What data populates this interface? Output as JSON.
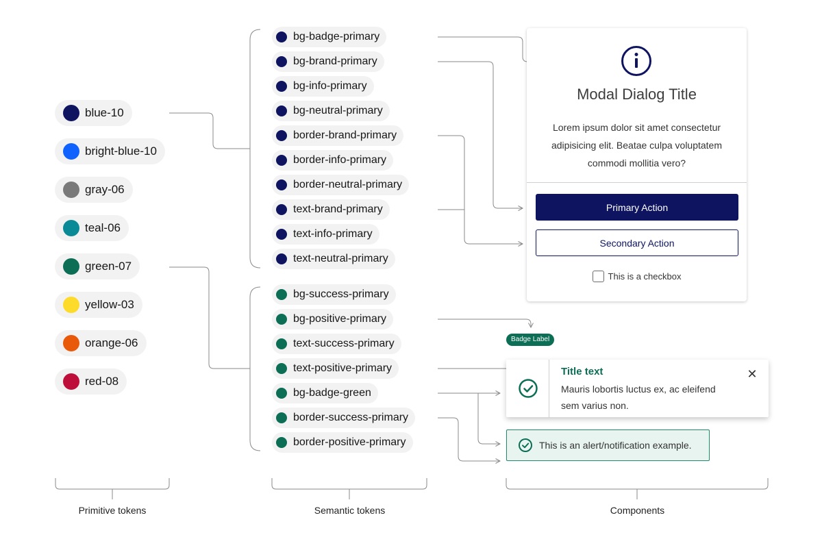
{
  "primitive_tokens": [
    {
      "label": "blue-10",
      "color": "#0e1460"
    },
    {
      "label": "bright-blue-10",
      "color": "#0f62fe"
    },
    {
      "label": "gray-06",
      "color": "#7a7a7a"
    },
    {
      "label": "teal-06",
      "color": "#0a8a96"
    },
    {
      "label": "green-07",
      "color": "#0b6e55"
    },
    {
      "label": "yellow-03",
      "color": "#fddb2b"
    },
    {
      "label": "orange-06",
      "color": "#e85a0a"
    },
    {
      "label": "red-08",
      "color": "#bd0f3a"
    }
  ],
  "semantic_tokens": [
    {
      "label": "bg-badge-primary",
      "color": "#0e1460"
    },
    {
      "label": "bg-brand-primary",
      "color": "#0e1460"
    },
    {
      "label": "bg-info-primary",
      "color": "#0e1460"
    },
    {
      "label": "bg-neutral-primary",
      "color": "#0e1460"
    },
    {
      "label": "border-brand-primary",
      "color": "#0e1460"
    },
    {
      "label": "border-info-primary",
      "color": "#0e1460"
    },
    {
      "label": "border-neutral-primary",
      "color": "#0e1460"
    },
    {
      "label": "text-brand-primary",
      "color": "#0e1460"
    },
    {
      "label": "text-info-primary",
      "color": "#0e1460"
    },
    {
      "label": "text-neutral-primary",
      "color": "#0e1460"
    },
    {
      "label": "bg-success-primary",
      "color": "#0b6e55"
    },
    {
      "label": "bg-positive-primary",
      "color": "#0b6e55"
    },
    {
      "label": "text-success-primary",
      "color": "#0b6e55"
    },
    {
      "label": "text-positive-primary",
      "color": "#0b6e55"
    },
    {
      "label": "bg-badge-green",
      "color": "#0b6e55"
    },
    {
      "label": "border-success-primary",
      "color": "#0b6e55"
    },
    {
      "label": "border-positive-primary",
      "color": "#0b6e55"
    }
  ],
  "groups": {
    "primitive": "Primitive tokens",
    "semantic": "Semantic tokens",
    "components": "Components"
  },
  "modal": {
    "title": "Modal Dialog Title",
    "body": "Lorem ipsum dolor sit amet consectetur adipisicing elit. Beatae culpa voluptatem commodi mollitia vero?",
    "primary_action": "Primary Action",
    "secondary_action": "Secondary Action",
    "checkbox_label": "This is a checkbox",
    "icon": "info-icon"
  },
  "badge": {
    "label": "Badge Label"
  },
  "toast": {
    "title": "Title text",
    "body": "Mauris lobortis luctus ex, ac eleifend sem varius non.",
    "close": "✕",
    "icon": "check-circle-icon"
  },
  "alert": {
    "text": "This is an alert/notification example.",
    "icon": "check-circle-icon"
  },
  "colors": {
    "brand_navy": "#0e1460",
    "success_green": "#0b6e55",
    "connector": "#8a8a8a",
    "pill_bg": "#f2f2f2",
    "alert_bg": "#e8f4f0"
  }
}
